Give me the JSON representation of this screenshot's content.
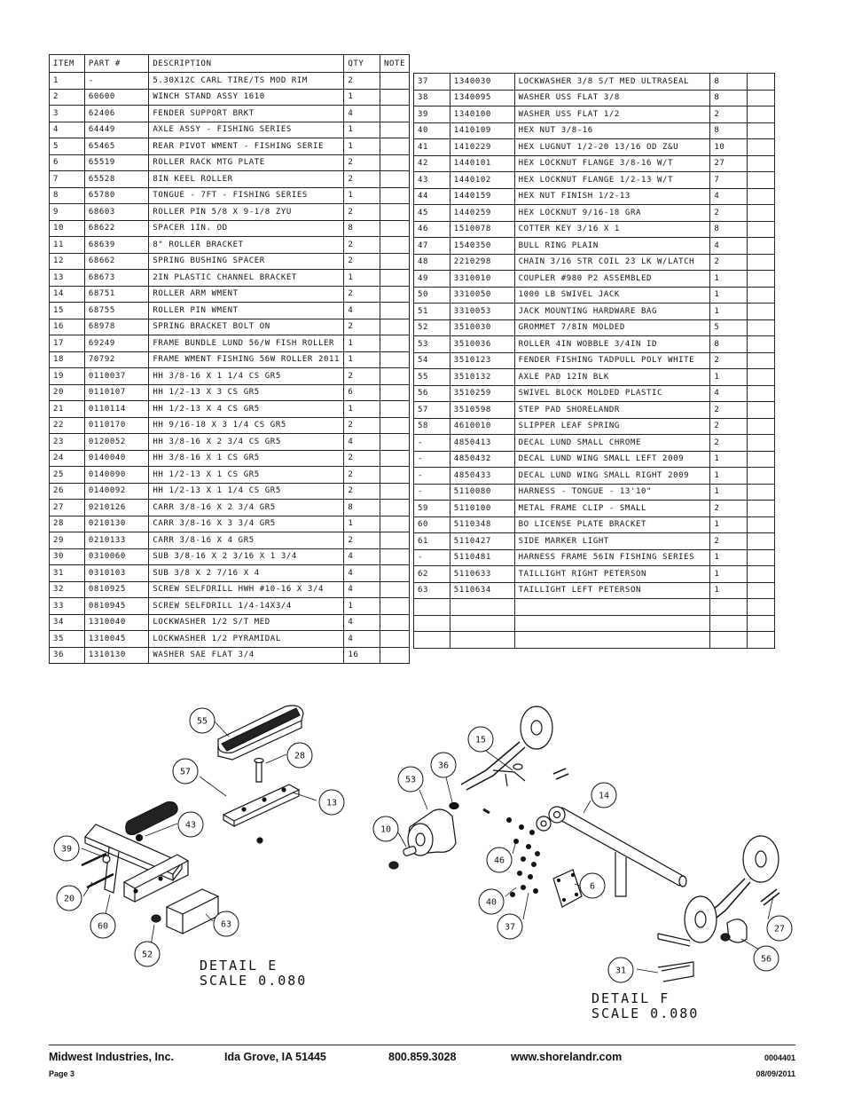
{
  "table": {
    "headers": {
      "item": "ITEM",
      "part": "PART #",
      "description": "DESCRIPTION",
      "qty": "QTY",
      "note": "NOTE"
    },
    "left": [
      [
        "1",
        "-",
        "5.30X12C CARL TIRE/TS MOD RIM",
        "2"
      ],
      [
        "2",
        "60600",
        "WINCH STAND ASSY  1610",
        "1"
      ],
      [
        "3",
        "62406",
        "FENDER SUPPORT BRKT",
        "4"
      ],
      [
        "4",
        "64449",
        "AXLE ASSY - FISHING SERIES",
        "1"
      ],
      [
        "5",
        "65465",
        "REAR PIVOT WMENT - FISHING SERIE",
        "1"
      ],
      [
        "6",
        "65519",
        "ROLLER RACK MTG PLATE",
        "2"
      ],
      [
        "7",
        "65528",
        "8IN KEEL ROLLER",
        "2"
      ],
      [
        "8",
        "65780",
        "TONGUE - 7FT - FISHING SERIES",
        "1"
      ],
      [
        "9",
        "68603",
        "ROLLER PIN 5/8 X 9-1/8 ZYU",
        "2"
      ],
      [
        "10",
        "68622",
        "SPACER  1IN. OD",
        "8"
      ],
      [
        "11",
        "68639",
        "8\" ROLLER BRACKET",
        "2"
      ],
      [
        "12",
        "68662",
        "SPRING BUSHING SPACER",
        "2"
      ],
      [
        "13",
        "68673",
        "2IN PLASTIC CHANNEL BRACKET",
        "1"
      ],
      [
        "14",
        "68751",
        "ROLLER ARM WMENT",
        "2"
      ],
      [
        "15",
        "68755",
        "ROLLER PIN WMENT",
        "4"
      ],
      [
        "16",
        "68978",
        "SPRING BRACKET BOLT ON",
        "2"
      ],
      [
        "17",
        "69249",
        "FRAME BUNDLE LUND 56/W FISH ROLLER",
        "1"
      ],
      [
        "18",
        "70792",
        "FRAME WMENT FISHING 56W ROLLER 2011",
        "1"
      ],
      [
        "19",
        "0110037",
        "HH 3/8-16 X 1 1/4 CS GR5",
        "2"
      ],
      [
        "20",
        "0110107",
        "HH 1/2-13 X 3 CS GR5",
        "6"
      ],
      [
        "21",
        "0110114",
        "HH 1/2-13 X 4 CS GR5",
        "1"
      ],
      [
        "22",
        "0110170",
        "HH 9/16-18 X 3 1/4 CS GR5",
        "2"
      ],
      [
        "23",
        "0120052",
        "HH 3/8-16 X 2 3/4 CS GR5",
        "4"
      ],
      [
        "24",
        "0140040",
        "HH 3/8-16 X 1 CS GR5",
        "2"
      ],
      [
        "25",
        "0140090",
        "HH 1/2-13 X 1 CS GR5",
        "2"
      ],
      [
        "26",
        "0140092",
        "HH 1/2-13 X 1 1/4 CS GR5",
        "2"
      ],
      [
        "27",
        "0210126",
        "CARR 3/8-16 X 2 3/4 GR5",
        "8"
      ],
      [
        "28",
        "0210130",
        "CARR 3/8-16 X 3 3/4 GR5",
        "1"
      ],
      [
        "29",
        "0210133",
        "CARR 3/8-16 X 4 GR5",
        "2"
      ],
      [
        "30",
        "0310060",
        "SUB 3/8-16 X 2 3/16 X 1 3/4",
        "4"
      ],
      [
        "31",
        "0310103",
        "SUB 3/8 X 2 7/16 X 4",
        "4"
      ],
      [
        "32",
        "0810925",
        "SCREW SELFDRILL HWH #10-16 X 3/4",
        "4"
      ],
      [
        "33",
        "0810945",
        "SCREW SELFDRILL  1/4-14X3/4",
        "1"
      ],
      [
        "34",
        "1310040",
        "LOCKWASHER 1/2 S/T MED",
        "4"
      ],
      [
        "35",
        "1310045",
        "LOCKWASHER 1/2 PYRAMIDAL",
        "4"
      ],
      [
        "36",
        "1310130",
        "WASHER SAE FLAT 3/4",
        "16"
      ]
    ],
    "right": [
      [
        "37",
        "1340030",
        "LOCKWASHER 3/8 S/T MED ULTRASEAL",
        "8"
      ],
      [
        "38",
        "1340095",
        "WASHER USS FLAT 3/8",
        "8"
      ],
      [
        "39",
        "1340100",
        "WASHER USS FLAT 1/2",
        "2"
      ],
      [
        "40",
        "1410109",
        "HEX NUT 3/8-16",
        "8"
      ],
      [
        "41",
        "1410229",
        "HEX LUGNUT 1/2-20 13/16 OD Z&U",
        "10"
      ],
      [
        "42",
        "1440101",
        "HEX LOCKNUT FLANGE 3/8-16 W/T",
        "27"
      ],
      [
        "43",
        "1440102",
        "HEX LOCKNUT FLANGE 1/2-13 W/T",
        "7"
      ],
      [
        "44",
        "1440159",
        "HEX NUT FINISH 1/2-13",
        "4"
      ],
      [
        "45",
        "1440259",
        "HEX LOCKNUT 9/16-18 GRA",
        "2"
      ],
      [
        "46",
        "1510078",
        "COTTER KEY 3/16 X 1",
        "8"
      ],
      [
        "47",
        "1540350",
        "BULL RING PLAIN",
        "4"
      ],
      [
        "48",
        "2210298",
        "CHAIN 3/16 STR COIL 23 LK W/LATCH",
        "2"
      ],
      [
        "49",
        "3310010",
        "COUPLER #980 P2 ASSEMBLED",
        "1"
      ],
      [
        "50",
        "3310050",
        "1000 LB SWIVEL JACK",
        "1"
      ],
      [
        "51",
        "3310053",
        "JACK MOUNTING HARDWARE BAG",
        "1"
      ],
      [
        "52",
        "3510030",
        "GROMMET  7/8IN MOLDED",
        "5"
      ],
      [
        "53",
        "3510036",
        "ROLLER  4IN WOBBLE  3/4IN ID",
        "8"
      ],
      [
        "54",
        "3510123",
        "FENDER  FISHING TADPULL POLY WHITE",
        "2"
      ],
      [
        "55",
        "3510132",
        "AXLE PAD 12IN  BLK",
        "1"
      ],
      [
        "56",
        "3510259",
        "SWIVEL BLOCK MOLDED PLASTIC",
        "4"
      ],
      [
        "57",
        "3510598",
        "STEP PAD SHORELANDR",
        "2"
      ],
      [
        "58",
        "4610010",
        "SLIPPER LEAF SPRING",
        "2"
      ],
      [
        "-",
        "4850413",
        "DECAL LUND SMALL CHROME",
        "2"
      ],
      [
        "-",
        "4850432",
        "DECAL LUND WING SMALL LEFT 2009",
        "1"
      ],
      [
        "-",
        "4850433",
        "DECAL LUND WING SMALL RIGHT 2009",
        "1"
      ],
      [
        "-",
        "5110080",
        "HARNESS - TONGUE - 13'10\"",
        "1"
      ],
      [
        "59",
        "5110100",
        "METAL FRAME CLIP - SMALL",
        "2"
      ],
      [
        "60",
        "5110348",
        "BO LICENSE PLATE BRACKET",
        "1"
      ],
      [
        "61",
        "5110427",
        "SIDE MARKER LIGHT",
        "2"
      ],
      [
        "-",
        "5110481",
        "HARNESS  FRAME  56IN FISHING SERIES",
        "1"
      ],
      [
        "62",
        "5110633",
        "TAILLIGHT RIGHT PETERSON",
        "1"
      ],
      [
        "63",
        "5110634",
        "TAILLIGHT LEFT PETERSON",
        "1"
      ],
      [
        "",
        "",
        "",
        ""
      ],
      [
        "",
        "",
        "",
        ""
      ],
      [
        "",
        "",
        "",
        ""
      ]
    ]
  },
  "detail_e": {
    "title": "DETAIL  E",
    "scale": "SCALE  0.080",
    "callouts": [
      "55",
      "28",
      "57",
      "13",
      "43",
      "39",
      "20",
      "60",
      "63",
      "52"
    ]
  },
  "detail_f": {
    "title": "DETAIL  F",
    "scale": "SCALE  0.080",
    "callouts": [
      "15",
      "36",
      "53",
      "14",
      "10",
      "46",
      "6",
      "40",
      "37",
      "27",
      "56",
      "31"
    ]
  },
  "footer": {
    "company": "Midwest Industries, Inc.",
    "location": "Ida Grove, IA  51445",
    "phone": "800.859.3028",
    "website": "www.shorelandr.com",
    "doc_number": "0004401",
    "page": "Page 3",
    "date": "08/09/2011"
  }
}
